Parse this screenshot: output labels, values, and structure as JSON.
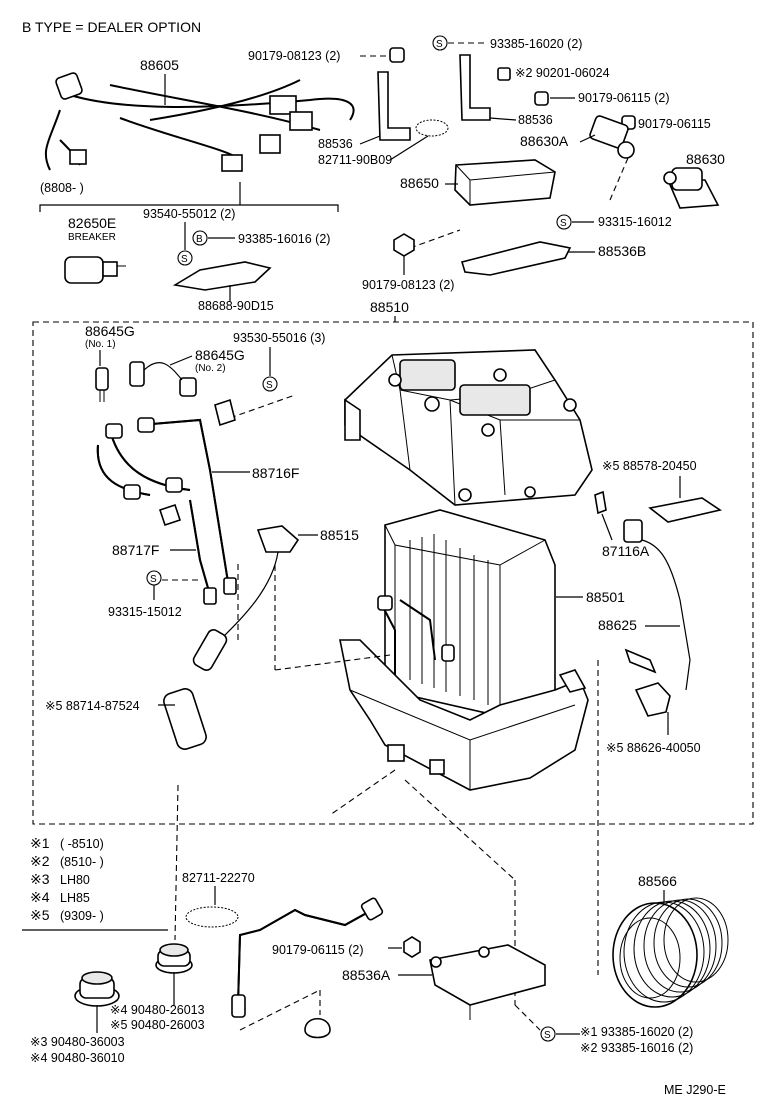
{
  "header": {
    "title": "B  TYPE = DEALER  OPTION"
  },
  "footer": {
    "code": "ME  J290-E"
  },
  "legend": [
    {
      "mark": "※1",
      "value": "(          -8510)"
    },
    {
      "mark": "※2",
      "value": "(8510-          )"
    },
    {
      "mark": "※3",
      "value": "LH80"
    },
    {
      "mark": "※4",
      "value": "LH85"
    },
    {
      "mark": "※5",
      "value": "(9309-          )"
    }
  ],
  "symbols": {
    "s": "S",
    "b": "B"
  },
  "parts": {
    "p88605": "88605",
    "p88608": "(8808-          )",
    "p90179_08123_2_top": "90179-08123 (2)",
    "p93385_16020_2_top": "93385-16020 (2)",
    "p90201_06024": "※2 90201-06024",
    "p90179_06115_2_top": "90179-06115 (2)",
    "p90179_06115": "90179-06115",
    "p88536_a": "88536",
    "p88536_b": "88536",
    "p82711_90b09": "82711-90B09",
    "p88630a": "88630A",
    "p88630": "88630",
    "p88650": "88650",
    "p82650e": "82650E",
    "breaker": "BREAKER",
    "p93540_55012_2": "93540-55012 (2)",
    "p93385_16016_2": "93385-16016 (2)",
    "p88688_90d15": "88688-90D15",
    "p93315_16012": "93315-16012",
    "p88536b": "88536B",
    "p90179_08123_2_mid": "90179-08123 (2)",
    "p88510": "88510",
    "p88645g_1": "88645G",
    "no1": "(No. 1)",
    "p88645g_2": "88645G",
    "no2": "(No. 2)",
    "p93530_55016_3": "93530-55016 (3)",
    "p88716f": "88716F",
    "p88578_20450": "※5 88578-20450",
    "p88717f": "88717F",
    "p88515": "88515",
    "p87116a": "87116A",
    "p88501": "88501",
    "p88625": "88625",
    "p93315_15012": "93315-15012",
    "p88714_87524": "※5 88714-87524",
    "p88626_40050": "※5 88626-40050",
    "p82711_22270": "82711-22270",
    "p88566": "88566",
    "p90179_06115_2_bot": "90179-06115 (2)",
    "p88536a": "88536A",
    "p90480_26013": "※4 90480-26013",
    "p90480_26003": "※5 90480-26003",
    "p90480_36003": "※3 90480-36003",
    "p90480_36010": "※4 90480-36010",
    "p93385_16020_bot": "※1 93385-16020 (2)",
    "p93385_16016_bot": "※2 93385-16016 (2)"
  }
}
